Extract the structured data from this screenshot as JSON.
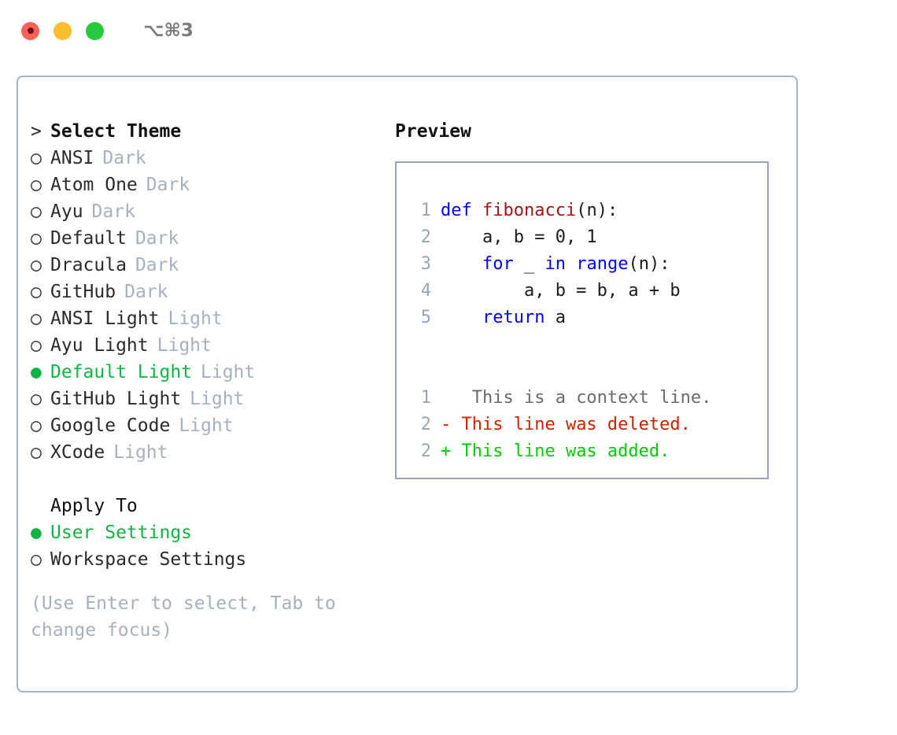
{
  "window": {
    "shortcut": "⌥⌘3",
    "traffic_lights": [
      "close-button",
      "minimize-button",
      "maximize-button"
    ],
    "colors": {
      "close": "#f96057",
      "minimize": "#fbbd2e",
      "maximize": "#27c93f",
      "panel_border": "#aab2be",
      "code_border": "#99a3b3",
      "accent_green": "#10b445",
      "muted": "#a7b0bd",
      "keyword_blue": "#0000ee",
      "function_red": "#a31515",
      "diff_delete": "#cc2200",
      "diff_add": "#00cc00"
    }
  },
  "theme_section": {
    "heading": "Select Theme",
    "heading_prefix": ">",
    "bullet_selected": "●",
    "bullet_unselected": "○",
    "items": [
      {
        "label": "ANSI",
        "variant": "Dark",
        "selected": false
      },
      {
        "label": "Atom One",
        "variant": "Dark",
        "selected": false
      },
      {
        "label": "Ayu",
        "variant": "Dark",
        "selected": false
      },
      {
        "label": "Default",
        "variant": "Dark",
        "selected": false
      },
      {
        "label": "Dracula",
        "variant": "Dark",
        "selected": false
      },
      {
        "label": "GitHub",
        "variant": "Dark",
        "selected": false
      },
      {
        "label": "ANSI Light",
        "variant": "Light",
        "selected": false
      },
      {
        "label": "Ayu Light",
        "variant": "Light",
        "selected": false
      },
      {
        "label": "Default Light",
        "variant": "Light",
        "selected": true
      },
      {
        "label": "GitHub Light",
        "variant": "Light",
        "selected": false
      },
      {
        "label": "Google Code",
        "variant": "Light",
        "selected": false
      },
      {
        "label": "XCode",
        "variant": "Light",
        "selected": false
      }
    ]
  },
  "apply_section": {
    "heading": "Apply To",
    "items": [
      {
        "label": "User Settings",
        "selected": true
      },
      {
        "label": "Workspace Settings",
        "selected": false
      }
    ]
  },
  "hint": "(Use Enter to select, Tab to change focus)",
  "preview": {
    "title": "Preview",
    "code_lines": [
      {
        "number": "1",
        "tokens": [
          {
            "text": "def ",
            "kind": "kw"
          },
          {
            "text": "fibonacci",
            "kind": "fn"
          },
          {
            "text": "(n):",
            "kind": "txt"
          }
        ]
      },
      {
        "number": "2",
        "tokens": [
          {
            "text": "    a, b = 0, 1",
            "kind": "txt"
          }
        ]
      },
      {
        "number": "3",
        "tokens": [
          {
            "text": "    ",
            "kind": "txt"
          },
          {
            "text": "for",
            "kind": "kw"
          },
          {
            "text": " _ ",
            "kind": "txt"
          },
          {
            "text": "in",
            "kind": "kw"
          },
          {
            "text": " ",
            "kind": "txt"
          },
          {
            "text": "range",
            "kind": "kw"
          },
          {
            "text": "(n):",
            "kind": "txt"
          }
        ]
      },
      {
        "number": "4",
        "tokens": [
          {
            "text": "        a, b = b, a + b",
            "kind": "txt"
          }
        ]
      },
      {
        "number": "5",
        "tokens": [
          {
            "text": "    ",
            "kind": "txt"
          },
          {
            "text": "return",
            "kind": "kw"
          },
          {
            "text": " a",
            "kind": "txt"
          }
        ]
      }
    ],
    "diff_lines": [
      {
        "number": "1",
        "marker": " ",
        "text": "  This is a context line.",
        "kind": "ctx"
      },
      {
        "number": "2",
        "marker": "-",
        "text": " This line was deleted.",
        "kind": "del"
      },
      {
        "number": "2",
        "marker": "+",
        "text": " This line was added.",
        "kind": "add"
      }
    ]
  }
}
